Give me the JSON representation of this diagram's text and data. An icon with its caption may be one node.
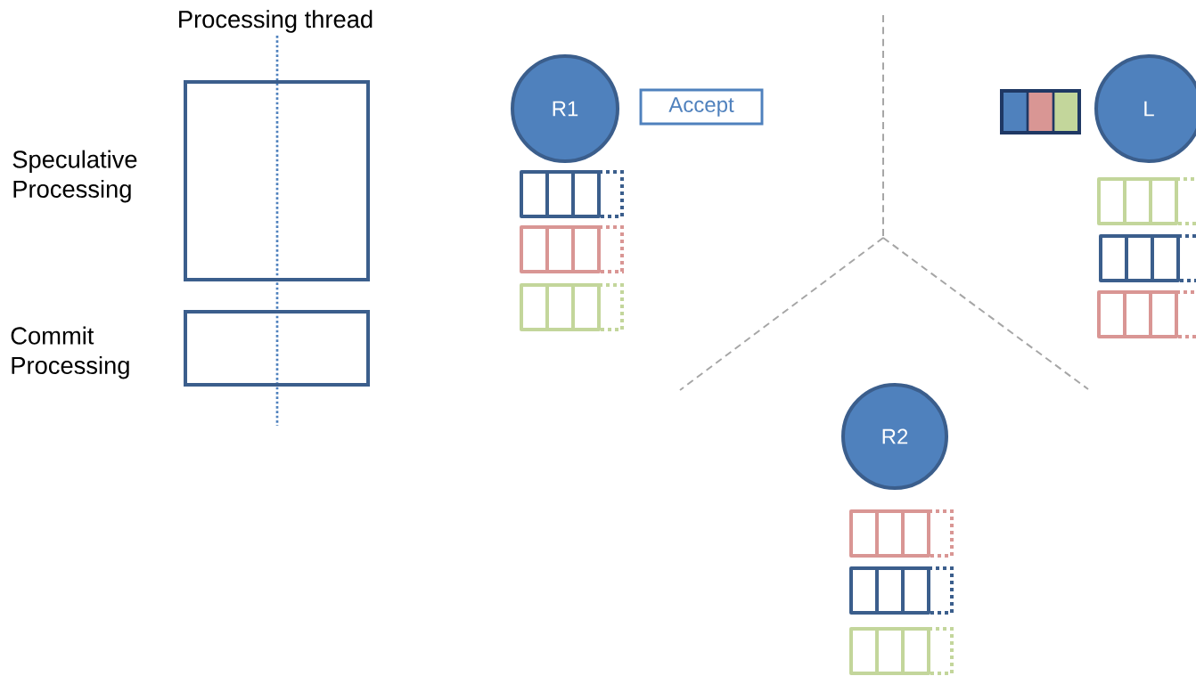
{
  "diagram": {
    "nodes": [
      {
        "text": [],
        "shape": "box",
        "beside": [
          "Speculative Processing"
        ]
      },
      {
        "text": [],
        "shape": "box",
        "beside": [
          "Commit Processing"
        ]
      },
      {
        "text": [
          "R1"
        ]
      },
      {
        "text": [
          "Accept"
        ]
      },
      {
        "text": [
          "L"
        ]
      },
      {
        "text": [
          "R2"
        ]
      }
    ],
    "labels": [
      "Processing thread"
    ]
  }
}
